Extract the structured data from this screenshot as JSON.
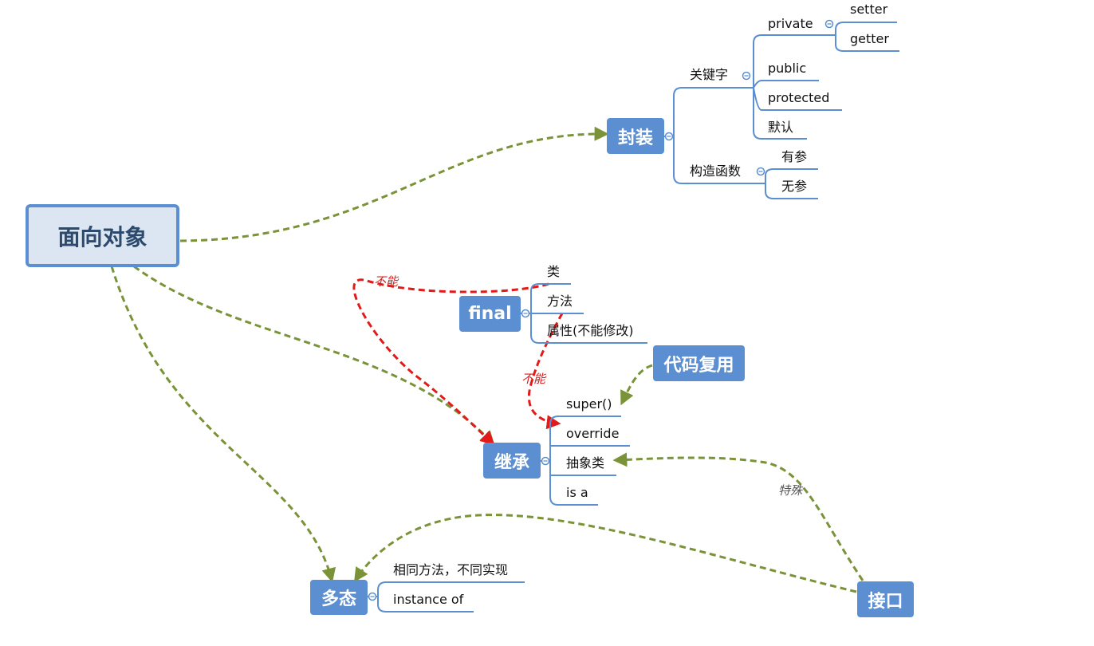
{
  "root": {
    "label": "面向对象"
  },
  "nodes": {
    "encapsulation": "封装",
    "final": "final",
    "inheritance": "继承",
    "polymorphism": "多态",
    "interface": "接口",
    "code_reuse": "代码复用"
  },
  "encapsulation": {
    "keyword": "关键字",
    "private": "private",
    "setter": "setter",
    "getter": "getter",
    "public": "public",
    "protected": "protected",
    "default": "默认",
    "constructor": "构造函数",
    "with_params": "有参",
    "no_params": "无参"
  },
  "final": {
    "class": "类",
    "method": "方法",
    "property": "属性(不能修改)"
  },
  "inheritance": {
    "super": "super()",
    "override": "override",
    "abstract_class": "抽象类",
    "is_a": "is a"
  },
  "polymorphism": {
    "same_method": "相同方法，不同实现",
    "instance_of": "instance of"
  },
  "relations": {
    "cannot_1": "不能",
    "cannot_2": "不能",
    "special": "特殊"
  },
  "colors": {
    "node_blue": "#5b8fd1",
    "root_fill": "#dce6f2",
    "line_blue": "#5b8fd1",
    "arrow_green": "#7a9238",
    "arrow_red": "#e31a1a"
  }
}
